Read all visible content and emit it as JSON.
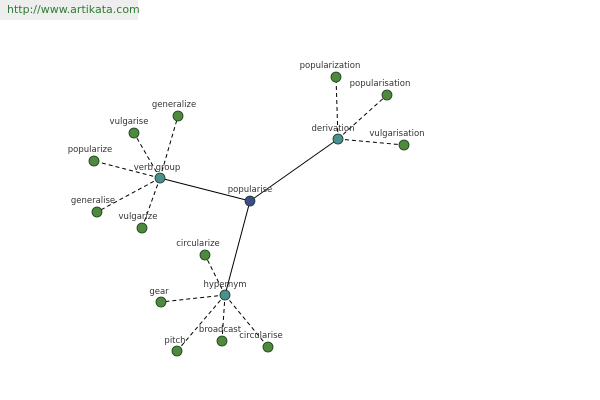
{
  "header": {
    "url": "http://www.artikata.com"
  },
  "colors": {
    "center": "#3b4c8c",
    "hub": "#4a9090",
    "leaf": "#4e8a3e",
    "edge": "#000000",
    "url_text": "#2e7d32"
  },
  "graph": {
    "center": {
      "id": "popularise",
      "label": "popularise"
    },
    "hubs": [
      {
        "id": "verb-group",
        "label": "verb group",
        "leaves": [
          {
            "id": "generalize",
            "label": "generalize"
          },
          {
            "id": "vulgarise",
            "label": "vulgarise"
          },
          {
            "id": "popularize",
            "label": "popularize"
          },
          {
            "id": "generalise",
            "label": "generalise"
          },
          {
            "id": "vulgarize",
            "label": "vulgarize"
          }
        ]
      },
      {
        "id": "derivation",
        "label": "derivation",
        "leaves": [
          {
            "id": "popularization",
            "label": "popularization"
          },
          {
            "id": "popularisation",
            "label": "popularisation"
          },
          {
            "id": "vulgarisation",
            "label": "vulgarisation"
          }
        ]
      },
      {
        "id": "hypernym",
        "label": "hypernym",
        "leaves": [
          {
            "id": "circularize",
            "label": "circularize"
          },
          {
            "id": "gear",
            "label": "gear"
          },
          {
            "id": "pitch",
            "label": "pitch"
          },
          {
            "id": "broadcast",
            "label": "broadcast"
          },
          {
            "id": "circularise",
            "label": "circularise"
          }
        ]
      }
    ]
  }
}
